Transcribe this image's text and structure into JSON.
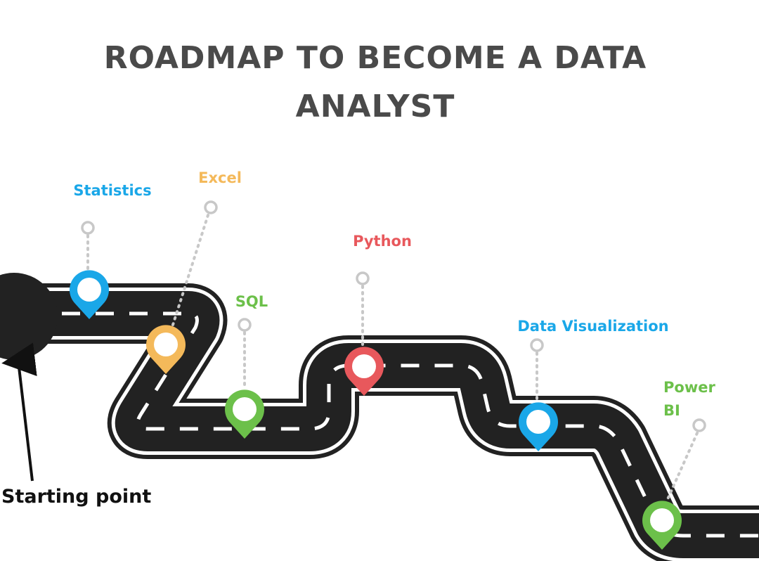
{
  "title": {
    "line1": "ROADMAP TO BECOME A DATA",
    "line2": "ANALYST"
  },
  "start_label": "Starting point",
  "steps": [
    {
      "label": "Statistics",
      "color": "#1aa7e8"
    },
    {
      "label": "Excel",
      "color": "#f4b95a"
    },
    {
      "label": "SQL",
      "color": "#6cc04a"
    },
    {
      "label": "Python",
      "color": "#e8585c"
    },
    {
      "label": "Data Visualization",
      "color": "#1aa7e8"
    },
    {
      "label_line1": "Power",
      "label_line2": "BI",
      "color": "#6cc04a"
    }
  ],
  "colors": {
    "road": "#222222",
    "road_edge": "#ffffff",
    "road_outline": "#222222",
    "title": "#4a4a4a",
    "leader": "#c8c8c8"
  },
  "icons": {
    "marker": "map-pin-icon",
    "start": "start-circle-icon",
    "pointer": "arrow-up-icon"
  }
}
